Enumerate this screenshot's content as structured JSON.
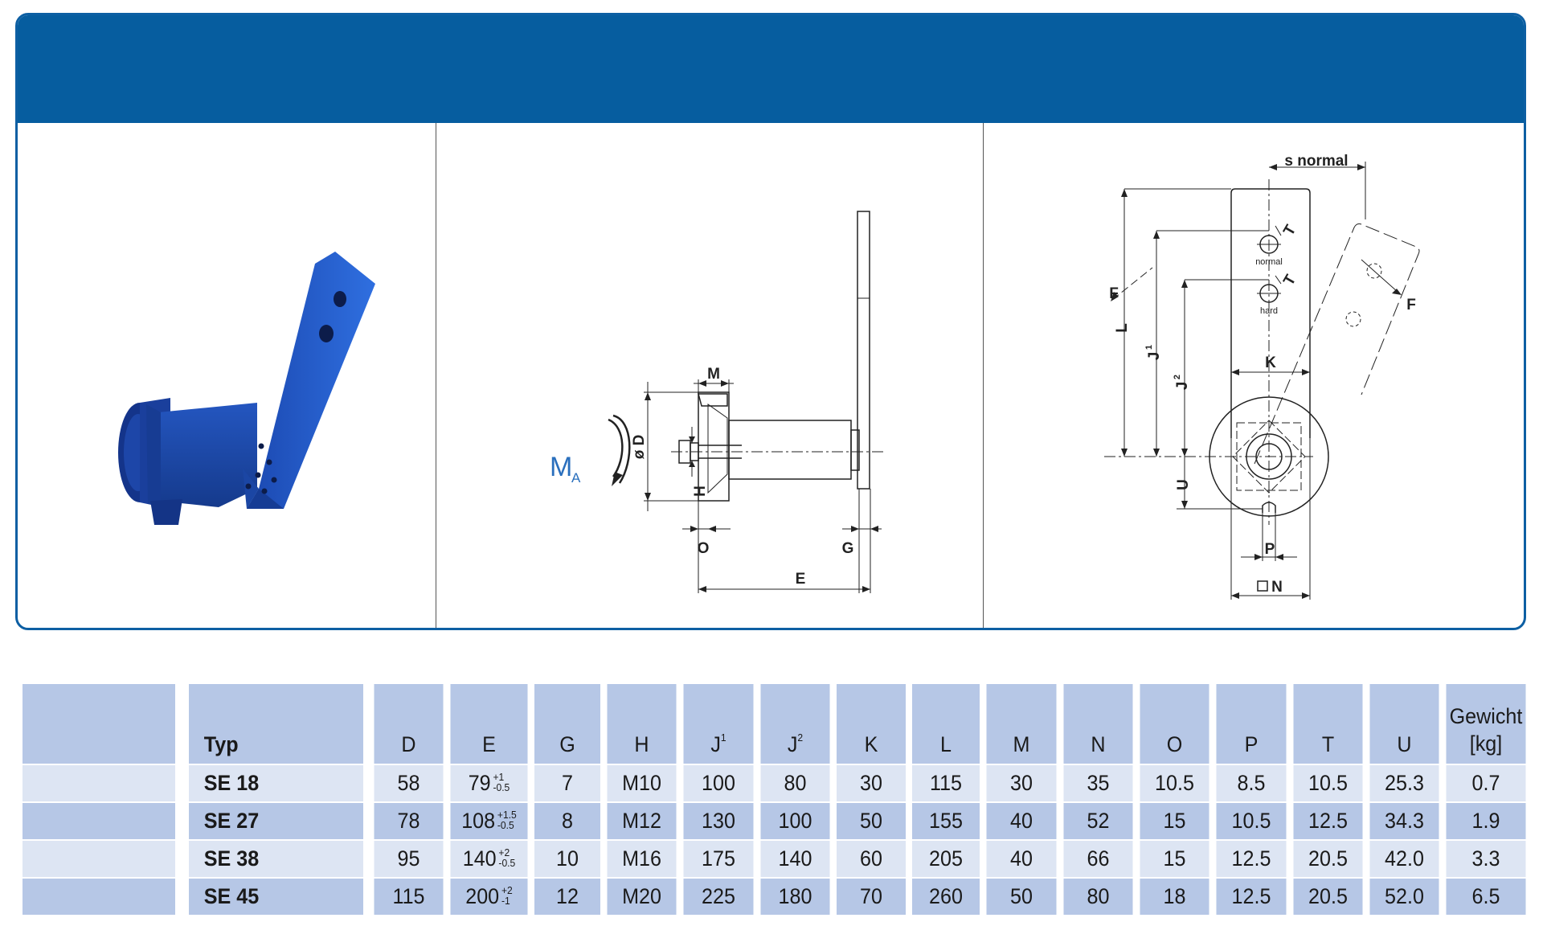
{
  "diagram_side": {
    "dims": [
      "s normal",
      "T",
      "T",
      "normal",
      "hard",
      "F",
      "F",
      "L",
      "J",
      "1",
      "J",
      "2",
      "K",
      "U",
      "P",
      "N"
    ]
  },
  "diagram_front": {
    "moment_label": "M",
    "moment_sub": "A",
    "dims": [
      "M",
      "ø D",
      "H",
      "O",
      "G",
      "E"
    ]
  },
  "table": {
    "headers": [
      "Typ",
      "D",
      "E",
      "G",
      "H",
      "J",
      "1",
      "J",
      "2",
      "K",
      "L",
      "M",
      "N",
      "O",
      "P",
      "T",
      "U",
      "Gewicht",
      "[kg]"
    ],
    "rows": [
      {
        "typ": "SE 18",
        "D": "58",
        "E": "79",
        "E_tol_plus": "+1",
        "E_tol_minus": "-0.5",
        "G": "7",
        "H": "M10",
        "J1": "100",
        "J2": "80",
        "K": "30",
        "L": "115",
        "M": "30",
        "N": "35",
        "O": "10.5",
        "P": "8.5",
        "T": "10.5",
        "U": "25.3",
        "W": "0.7"
      },
      {
        "typ": "SE 27",
        "D": "78",
        "E": "108",
        "E_tol_plus": "+1.5",
        "E_tol_minus": "-0.5",
        "G": "8",
        "H": "M12",
        "J1": "130",
        "J2": "100",
        "K": "50",
        "L": "155",
        "M": "40",
        "N": "52",
        "O": "15",
        "P": "10.5",
        "T": "12.5",
        "U": "34.3",
        "W": "1.9"
      },
      {
        "typ": "SE 38",
        "D": "95",
        "E": "140",
        "E_tol_plus": "+2",
        "E_tol_minus": "-0.5",
        "G": "10",
        "H": "M16",
        "J1": "175",
        "J2": "140",
        "K": "60",
        "L": "205",
        "M": "40",
        "N": "66",
        "O": "15",
        "P": "12.5",
        "T": "20.5",
        "U": "42.0",
        "W": "3.3"
      },
      {
        "typ": "SE 45",
        "D": "115",
        "E": "200",
        "E_tol_plus": "+2",
        "E_tol_minus": "-1",
        "G": "12",
        "H": "M20",
        "J1": "225",
        "J2": "180",
        "K": "70",
        "L": "260",
        "M": "50",
        "N": "80",
        "O": "18",
        "P": "12.5",
        "T": "20.5",
        "U": "52.0",
        "W": "6.5"
      }
    ]
  }
}
